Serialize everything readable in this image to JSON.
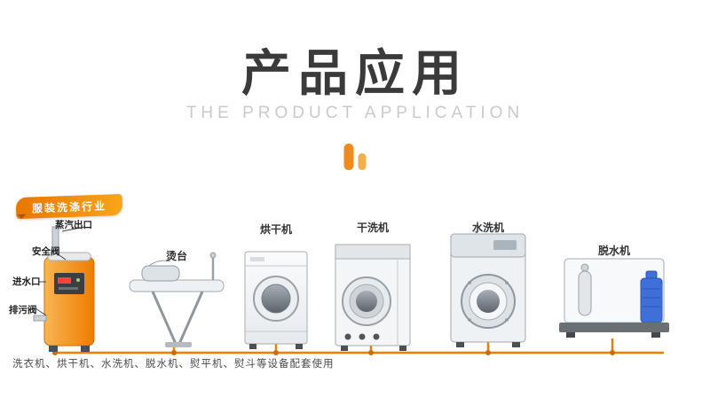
{
  "header": {
    "title": "产品应用",
    "subtitle": "THE PRODUCT APPLICATION"
  },
  "badge": {
    "label": "服装洗涤行业"
  },
  "diagram": {
    "boiler": {
      "steam_outlet": "蒸汽出口",
      "safety_valve": "安全阀",
      "water_inlet": "进水口",
      "drain_valve": "排污阀"
    },
    "machines": [
      {
        "id": "ironing-table",
        "label": "烫台"
      },
      {
        "id": "dryer",
        "label": "烘干机"
      },
      {
        "id": "dry-cleaner",
        "label": "干洗机"
      },
      {
        "id": "washer",
        "label": "水洗机"
      },
      {
        "id": "extractor",
        "label": "脱水机"
      }
    ]
  },
  "caption": "洗衣机、烘干机、水洗机、脱水机、熨平机、熨斗等设备配套使用",
  "colors": {
    "accent_orange": "#ee7e00",
    "accent_light": "#f6ae4b",
    "title_gray": "#3a3a3a",
    "subtitle_gray": "#c8cbce",
    "motor_blue": "#3f6fd8"
  }
}
